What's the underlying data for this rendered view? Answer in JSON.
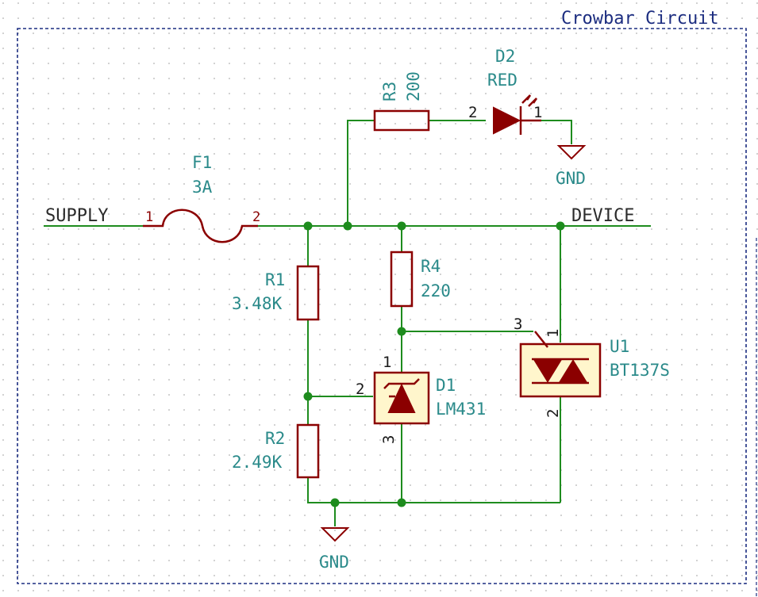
{
  "title": "Crowbar Circuit",
  "nets": {
    "supply": "SUPPLY",
    "device": "DEVICE",
    "gnd_top": "GND",
    "gnd_bottom": "GND"
  },
  "components": {
    "F1": {
      "ref": "F1",
      "value": "3A",
      "pins": [
        "1",
        "2"
      ]
    },
    "R3": {
      "ref": "R3",
      "value": "200"
    },
    "D2": {
      "ref": "D2",
      "value": "RED",
      "pins": [
        "2",
        "1"
      ]
    },
    "R1": {
      "ref": "R1",
      "value": "3.48K"
    },
    "R2": {
      "ref": "R2",
      "value": "2.49K"
    },
    "R4": {
      "ref": "R4",
      "value": "220"
    },
    "D1": {
      "ref": "D1",
      "value": "LM431",
      "pins": [
        "1",
        "2",
        "3"
      ]
    },
    "U1": {
      "ref": "U1",
      "value": "BT137S",
      "pins": [
        "3",
        "1",
        "2"
      ]
    }
  },
  "colors": {
    "wire": "#1e8c1e",
    "component": "#8b0000",
    "label": "#2a8a8a",
    "ic_fill": "#fff6cc",
    "frame": "#1c2d80"
  }
}
